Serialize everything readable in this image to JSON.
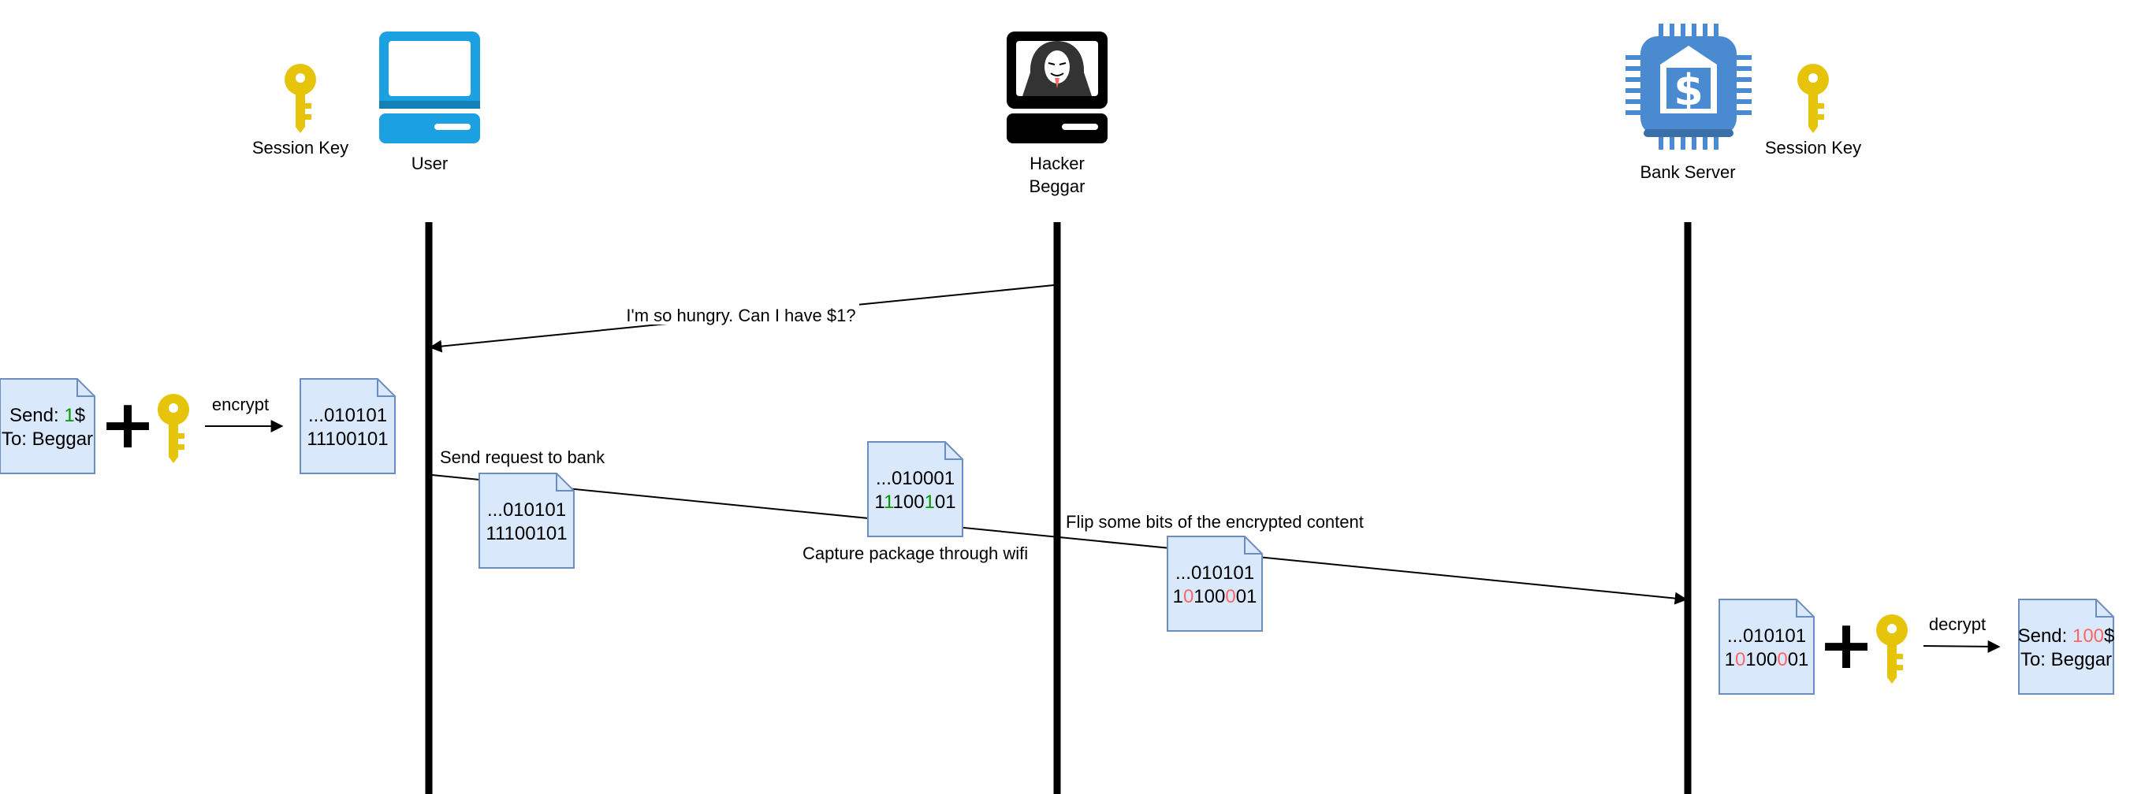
{
  "colors": {
    "doc_fill": "#dae8fc",
    "doc_stroke": "#6c8ebf",
    "key": "#e6c40a",
    "computer": "#1ba1e2",
    "bank": "#4a8ad1",
    "green": "#009900",
    "red": "#ff6666",
    "line": "#000000"
  },
  "actors": {
    "user": {
      "label": "User",
      "icon": "computer-icon"
    },
    "hacker": {
      "label_line1": "Hacker",
      "label_line2": "Beggar",
      "icon": "hacker-computer-icon"
    },
    "bank": {
      "label": "Bank Server",
      "icon": "bank-server-icon"
    }
  },
  "session_keys": {
    "left_label": "Session Key",
    "right_label": "Session Key",
    "icon": "key-icon"
  },
  "messages": {
    "beg": "I'm so hungry. Can I have $1?",
    "send_request": "Send request to bank",
    "capture": "Capture package through wifi",
    "flip": "Flip some bits of the encrypted content"
  },
  "operations": {
    "encrypt": "encrypt",
    "decrypt": "decrypt",
    "plus": "+"
  },
  "documents": {
    "plain_left": {
      "line1": [
        {
          "t": "Send: ",
          "c": ""
        },
        {
          "t": "1",
          "c": "green"
        },
        {
          "t": "$",
          "c": ""
        }
      ],
      "line2": [
        {
          "t": "To: Beggar",
          "c": ""
        }
      ]
    },
    "cipher_left": {
      "line1": [
        {
          "t": "...010101",
          "c": ""
        }
      ],
      "line2": [
        {
          "t": "11100101",
          "c": ""
        }
      ]
    },
    "cipher_sent": {
      "line1": [
        {
          "t": "...010101",
          "c": ""
        }
      ],
      "line2": [
        {
          "t": "11100101",
          "c": ""
        }
      ]
    },
    "cipher_captured": {
      "line1": [
        {
          "t": "...010001",
          "c": ""
        }
      ],
      "line2": [
        {
          "t": "1",
          "c": ""
        },
        {
          "t": "1",
          "c": "green"
        },
        {
          "t": "100",
          "c": ""
        },
        {
          "t": "1",
          "c": "green"
        },
        {
          "t": "01",
          "c": ""
        }
      ]
    },
    "cipher_flipped": {
      "line1": [
        {
          "t": "...010101",
          "c": ""
        }
      ],
      "line2": [
        {
          "t": "1",
          "c": ""
        },
        {
          "t": "0",
          "c": "red"
        },
        {
          "t": "100",
          "c": ""
        },
        {
          "t": "0",
          "c": "red"
        },
        {
          "t": "01",
          "c": ""
        }
      ]
    },
    "cipher_received": {
      "line1": [
        {
          "t": "...010101",
          "c": ""
        }
      ],
      "line2": [
        {
          "t": "1",
          "c": ""
        },
        {
          "t": "0",
          "c": "red"
        },
        {
          "t": "100",
          "c": ""
        },
        {
          "t": "0",
          "c": "red"
        },
        {
          "t": "01",
          "c": ""
        }
      ]
    },
    "plain_right": {
      "line1": [
        {
          "t": "Send: ",
          "c": ""
        },
        {
          "t": "100",
          "c": "red"
        },
        {
          "t": "$",
          "c": ""
        }
      ],
      "line2": [
        {
          "t": "To: Beggar",
          "c": ""
        }
      ]
    }
  }
}
